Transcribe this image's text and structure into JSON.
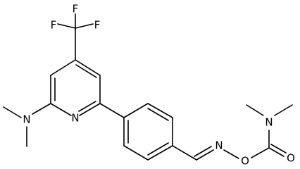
{
  "molecule": {
    "atoms": {
      "F1": "F",
      "F2": "F",
      "F3": "F",
      "N_dimethylamino": "N",
      "N_pyridine": "N",
      "N_oxime": "N",
      "O_oxime": "O",
      "N_carbamate": "N",
      "O_carbonyl": "O"
    }
  },
  "colors": {
    "ink": "#000000",
    "background": "#ffffff"
  }
}
